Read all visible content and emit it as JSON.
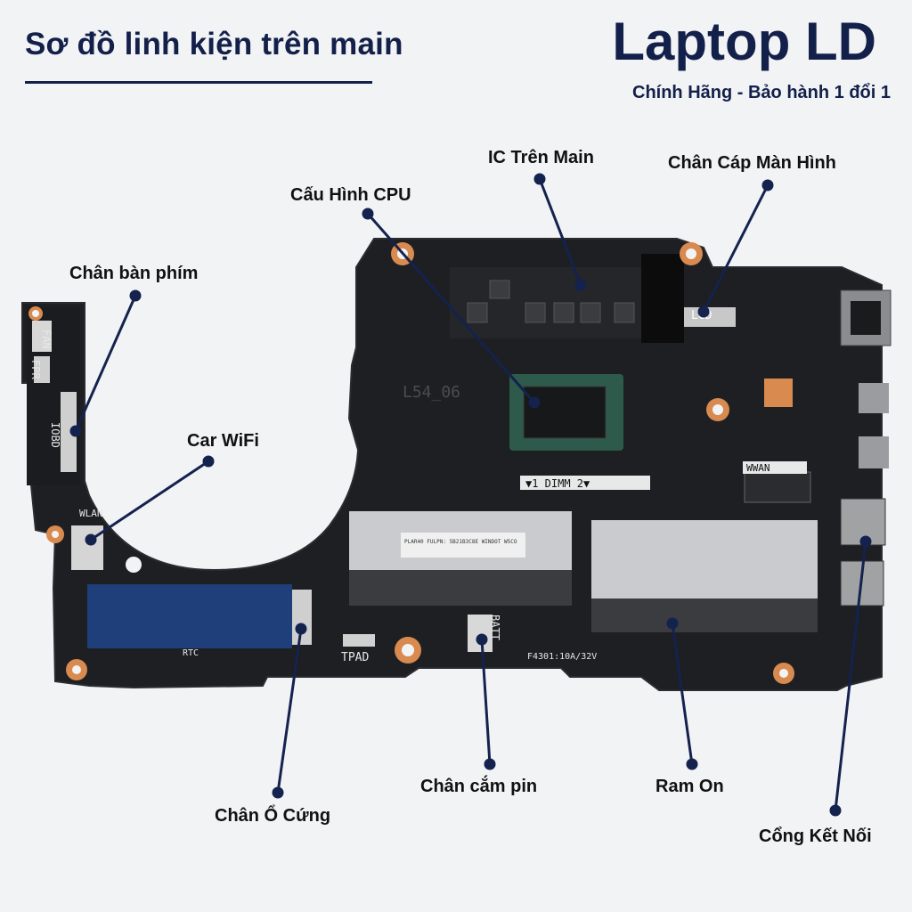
{
  "header": {
    "title": "Sơ đồ linh kiện trên main",
    "brand": "Laptop LD",
    "tagline": "Chính Hãng - Bảo hành 1 đổi 1"
  },
  "callouts": {
    "ic_tren_main": "IC Trên Main",
    "chan_cap_man_hinh": "Chân Cáp Màn Hình",
    "cau_hinh_cpu": "Cấu Hình CPU",
    "chan_ban_phim": "Chân bàn phím",
    "car_wifi": "Car WiFi",
    "chan_o_cung": "Chân Ổ Cứng",
    "chan_cam_pin": "Chân cắm pin",
    "ram_on": "Ram On",
    "cong_ket_noi": "Cổng Kết Nối"
  },
  "silkscreen": {
    "fan": "FAN",
    "fpr": "FPR",
    "iobd": "IOBD",
    "wlan": "WLAN",
    "lcd": "LCD",
    "wwan": "WWAN",
    "dimm": "▼1   DIMM   2▼",
    "batt": "BATT",
    "tpad": "TPAD",
    "rtc": "RTC",
    "board_id": "L54_06",
    "fuse": "F4301:10A/32V",
    "sticker": "PLAR40 FULPN: 5B21B3C8E WINDOT W5CO"
  },
  "colors": {
    "navy": "#13204a",
    "board": "#1d1f23",
    "pad": "#d98a4e",
    "ssd_shield": "#1f3f7a",
    "ram_shield": "#c9cbce"
  }
}
